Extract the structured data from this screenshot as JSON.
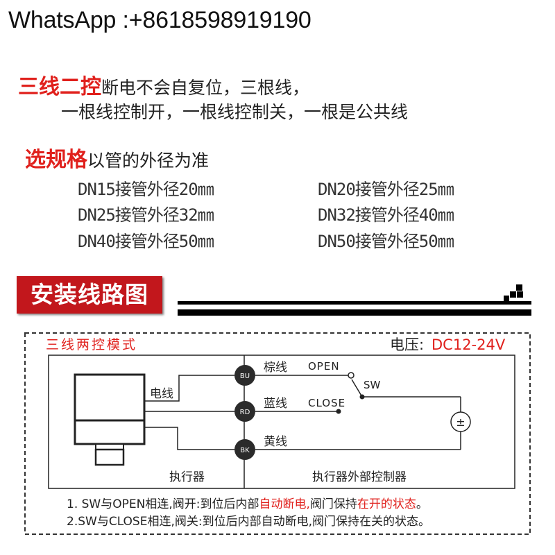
{
  "contact": "WhatsApp :+8618598919190",
  "intro": {
    "highlight": "三线二控",
    "line1_rest": "断电不会自复位，三根线，",
    "line2": "一根线控制开，一根线控制关，一根是公共线"
  },
  "select": {
    "highlight": "选规格",
    "rest": "以管的外径为准"
  },
  "specs": [
    "DN15接管外径20㎜",
    "DN20接管外径25㎜",
    "DN25接管外径32㎜",
    "DN32接管外径40㎜",
    "DN40接管外径50㎜",
    "DN50接管外径50㎜"
  ],
  "banner": "安装线路图",
  "diagram": {
    "mode_title": "三线两控模式",
    "voltage_label": "电压:",
    "voltage_value": "DC12-24V",
    "wire_label": "电线",
    "terminals": [
      "BU",
      "RD",
      "BK"
    ],
    "wire_colors": [
      "棕线",
      "蓝线",
      "黄线"
    ],
    "open_label": "OPEN",
    "close_label": "CLOSE",
    "switch_label": "SW",
    "battery_symbol": "±",
    "actuator_label": "执行器",
    "controller_label": "执行器外部控制器",
    "colors": {
      "title_red": "#e0201c",
      "banner_red": "#c2171c"
    }
  },
  "notes": {
    "n1_a": "1. SW与OPEN相连,阀开:到位后内部",
    "n1_red1": "自动断电,",
    "n1_b": "阀门保持",
    "n1_red2": "在开的状态",
    "n1_c": "。",
    "n2": "2.SW与CLOSE相连,阀关:到位后内部自动断电,阀门保持在关的状态。"
  }
}
